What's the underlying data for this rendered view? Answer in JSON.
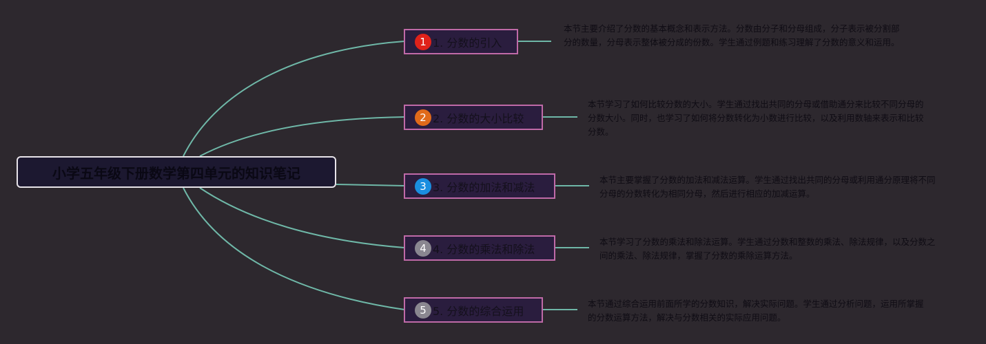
{
  "root": {
    "title": "小学五年级下册数学第四单元的知识笔记"
  },
  "colors": {
    "background": "#2d282e",
    "connector": "#6fb8a8",
    "topic_border": "#c06aa8",
    "topic_fill": "#2a1d3e"
  },
  "topics": [
    {
      "marker": "1",
      "marker_color": "#e0221a",
      "label": "1. 分数的引入",
      "note": "本节主要介绍了分数的基本概念和表示方法。分数由分子和分母组成，分子表示被分割部分的数量，分母表示整体被分成的份数。学生通过例题和练习理解了分数的意义和运用。"
    },
    {
      "marker": "2",
      "marker_color": "#e06a1a",
      "label": "2. 分数的大小比较",
      "note": "本节学习了如何比较分数的大小。学生通过找出共同的分母或借助通分来比较不同分母的分数大小。同时，也学习了如何将分数转化为小数进行比较，以及利用数轴来表示和比较分数。"
    },
    {
      "marker": "3",
      "marker_color": "#1a8ee0",
      "label": "3. 分数的加法和减法",
      "note": "本节主要掌握了分数的加法和减法运算。学生通过找出共同的分母或利用通分原理将不同分母的分数转化为相同分母，然后进行相应的加减运算。"
    },
    {
      "marker": "4",
      "marker_color": "#8a8790",
      "label": "4. 分数的乘法和除法",
      "note": "本节学习了分数的乘法和除法运算。学生通过分数和整数的乘法、除法规律，以及分数之间的乘法、除法规律，掌握了分数的乘除运算方法。"
    },
    {
      "marker": "5",
      "marker_color": "#8a8790",
      "label": "5. 分数的综合运用",
      "note": "本节通过综合运用前面所学的分数知识，解决实际问题。学生通过分析问题，运用所掌握的分数运算方法，解决与分数相关的实际应用问题。"
    }
  ]
}
